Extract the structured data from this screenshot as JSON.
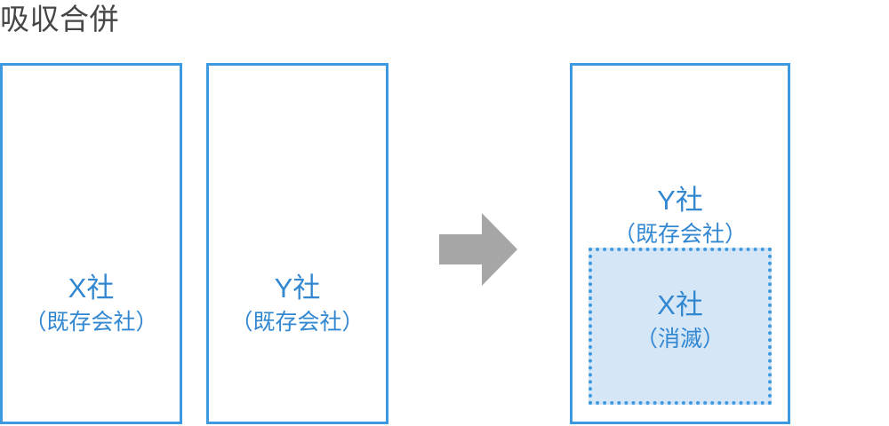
{
  "diagram": {
    "title": "吸収合併",
    "colors": {
      "title_text": "#464646",
      "box_border": "#3e9ae0",
      "label_text": "#3287d1",
      "dissolved_fill": "#d5e6f7",
      "arrow": "#a6a6a6"
    },
    "before": {
      "boxes": [
        {
          "name": "X社",
          "status": "（既存会社）"
        },
        {
          "name": "Y社",
          "status": "（既存会社）"
        }
      ]
    },
    "transition": {
      "icon": "right-arrow-icon"
    },
    "after": {
      "surviving": {
        "name": "Y社",
        "status": "（既存会社）"
      },
      "dissolved": {
        "name": "X社",
        "status": "（消滅）"
      }
    }
  }
}
